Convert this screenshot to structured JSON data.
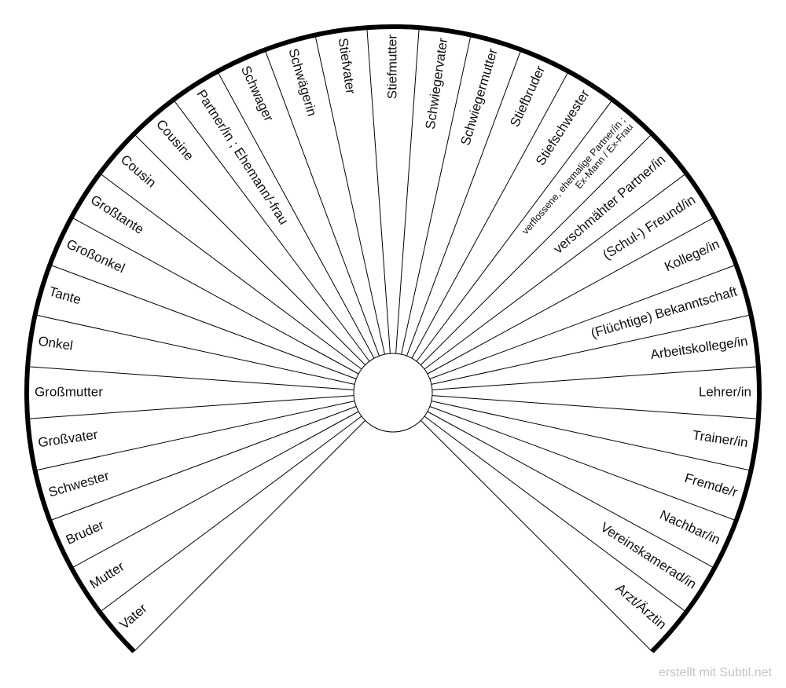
{
  "wheel": {
    "segments": [
      "Vater",
      "Mutter",
      "Bruder",
      "Schwester",
      "Großvater",
      "Großmutter",
      "Onkel",
      "Tante",
      "Großonkel",
      "Großtante",
      "Cousin",
      "Cousine",
      "Partner/in ; Ehemann/-frau",
      "Schwager",
      "Schwägerin",
      "Stiefvater",
      "Stiefmutter",
      "Schwiegervater",
      "Schwiegermutter",
      "Stiefbruder",
      "Stiefschwester",
      "verflossene, ehemalige Partner/in ;\nEx-Mann / Ex-Frau",
      "verschmähter Partner/in",
      "(Schul-) Freund/in",
      "Kollege/in",
      "(Flüchtige) Bekanntschaft",
      "Arbeitskollege/in",
      "Lehrer/in",
      "Trainer/in",
      "Fremde/r",
      "Nachbar/in",
      "Vereinskamerad/in",
      "Arzt/Ärztin"
    ]
  },
  "footer": {
    "credit": "erstellt mit Subtil.net"
  }
}
